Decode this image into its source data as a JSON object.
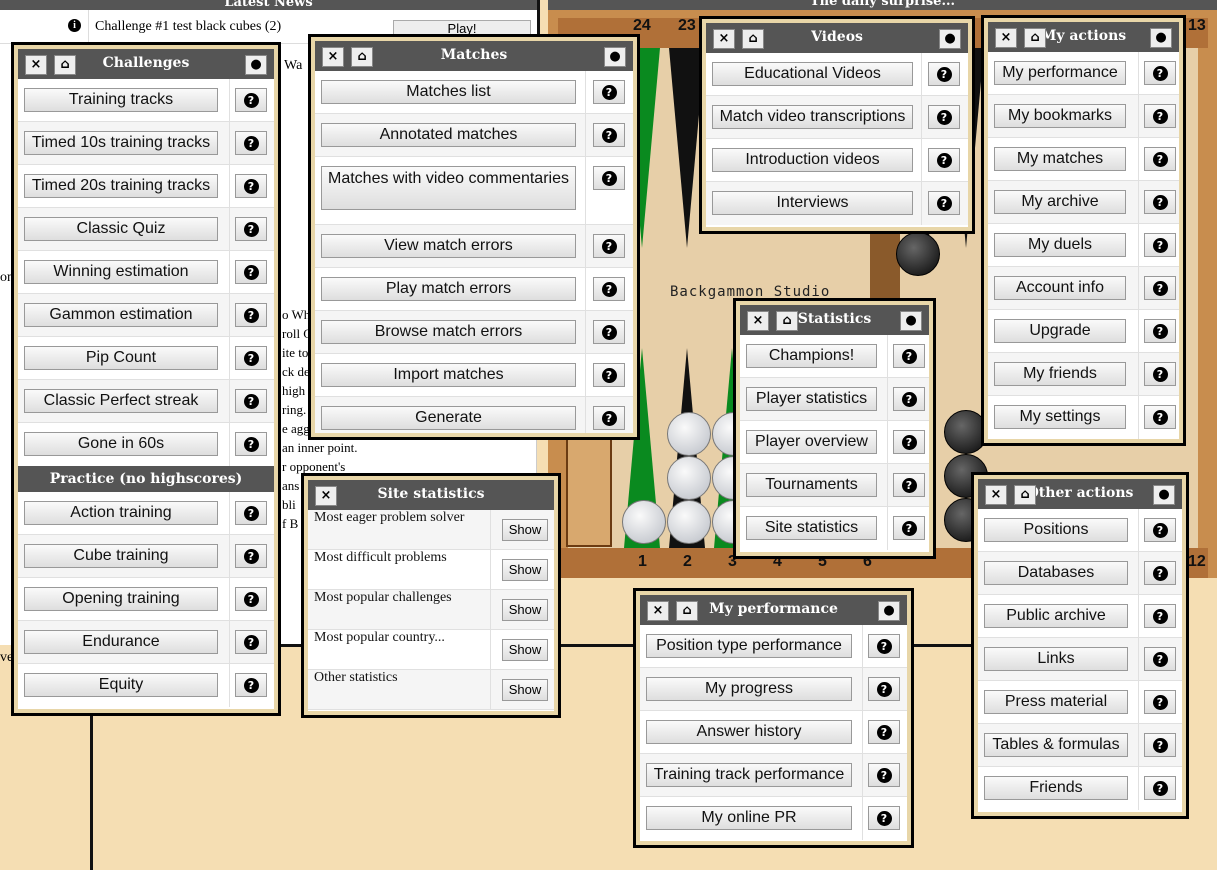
{
  "background": {
    "news_title": "Latest News",
    "news_item": "Challenge #1 test black cubes (2)",
    "play_label": "Play!",
    "clipped_wa": "Wa",
    "clipped_on": "on",
    "clipped_ve": "ve",
    "article_lines": [
      "o Wh",
      "roll C",
      "ite to",
      "ck de",
      "high",
      "ring.",
      "e agg",
      "an inner point.",
      "r opponent's",
      "ans",
      "bli",
      "f B"
    ],
    "board_title": "The daily surprise...",
    "studio_label": "Backgammon Studio",
    "top_numbers": [
      "24",
      "23",
      "13"
    ],
    "bottom_numbers": [
      "1",
      "2",
      "3",
      "4",
      "5",
      "6",
      "12"
    ]
  },
  "icons": {
    "close": "×",
    "home": "⌂",
    "question": "?"
  },
  "challenges": {
    "title": "Challenges",
    "items": [
      "Training tracks",
      "Timed 10s training tracks",
      "Timed 20s training tracks",
      "Classic Quiz",
      "Winning estimation",
      "Gammon estimation",
      "Pip Count",
      "Classic Perfect streak",
      "Gone in 60s"
    ],
    "practice_title": "Practice (no highscores)",
    "practice_items": [
      "Action training",
      "Cube training",
      "Opening training",
      "Endurance",
      "Equity"
    ]
  },
  "matches": {
    "title": "Matches",
    "items": [
      "Matches list",
      "Annotated matches",
      "Matches with video commentaries",
      "View match errors",
      "Play match errors",
      "Browse match errors",
      "Import matches",
      "Generate"
    ]
  },
  "site_statistics": {
    "title": "Site statistics",
    "show_label": "Show",
    "items": [
      "Most eager problem solver",
      "Most difficult problems",
      "Most popular challenges",
      "Most popular country...",
      "Other statistics"
    ]
  },
  "videos": {
    "title": "Videos",
    "items": [
      "Educational Videos",
      "Match video transcriptions",
      "Introduction videos",
      "Interviews"
    ]
  },
  "statistics": {
    "title": "Statistics",
    "items": [
      "Champions!",
      "Player statistics",
      "Player overview",
      "Tournaments",
      "Site statistics"
    ]
  },
  "my_actions": {
    "title": "My actions",
    "items": [
      "My performance",
      "My bookmarks",
      "My matches",
      "My archive",
      "My duels",
      "Account info",
      "Upgrade",
      "My friends",
      "My settings"
    ]
  },
  "my_performance": {
    "title": "My performance",
    "items": [
      "Position type performance",
      "My progress",
      "Answer history",
      "Training track performance",
      "My online PR"
    ]
  },
  "other_actions": {
    "title": "Other actions",
    "items": [
      "Positions",
      "Databases",
      "Public archive",
      "Links",
      "Press material",
      "Tables & formulas",
      "Friends"
    ]
  }
}
